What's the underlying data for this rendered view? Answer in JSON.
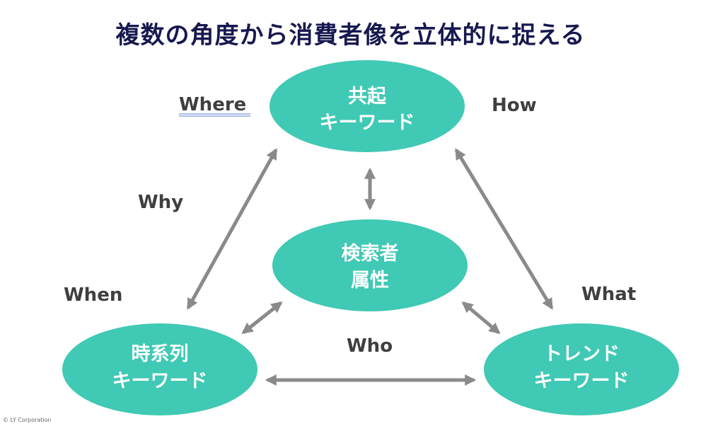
{
  "title": "複数の角度から消費者像を立体的に捉える",
  "nodes": {
    "cooccurrence": {
      "line1": "共起",
      "line2": "キーワード"
    },
    "searcher": {
      "line1": "検索者",
      "line2": "属性"
    },
    "timeseries": {
      "line1": "時系列",
      "line2": "キーワード"
    },
    "trend": {
      "line1": "トレンド",
      "line2": "キーワード"
    }
  },
  "labels": {
    "where": "Where",
    "how": "How",
    "why": "Why",
    "when": "When",
    "what": "What",
    "who": "Who"
  },
  "colors": {
    "node_fill": "#40c9b4",
    "arrow": "#8a8a8a",
    "title": "#17184f",
    "label": "#3f3f3f"
  },
  "copyright": "© LY Corporation"
}
